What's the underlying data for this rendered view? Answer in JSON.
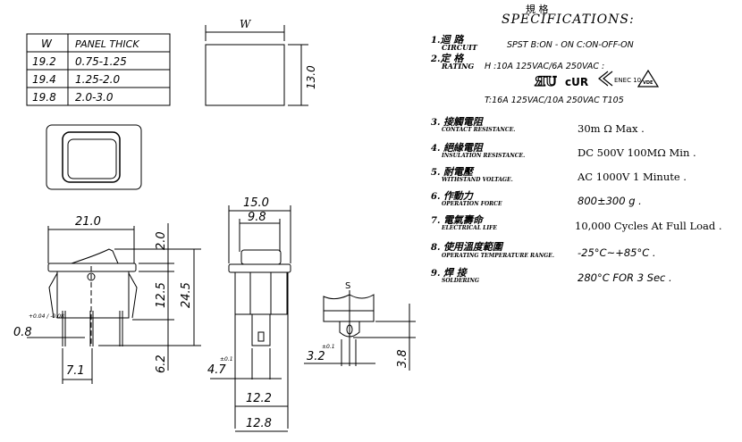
{
  "table": {
    "headers": [
      "W",
      "PANEL THICK"
    ],
    "rows": [
      [
        "19.2",
        "0.75-1.25"
      ],
      [
        "19.4",
        "1.25-2.0"
      ],
      [
        "19.8",
        "2.0-3.0"
      ]
    ]
  },
  "cutout": {
    "width_label": "W",
    "height_label": "13.0"
  },
  "front_view": {
    "width": "21.0",
    "d_top": "2.0",
    "d_body": "12.5",
    "d_total": "24.5",
    "d_pin": "6.2",
    "pin_w": "0.8",
    "pin_tol": "+0.04 / -0.08",
    "pin_pitch": "7.1"
  },
  "side_view": {
    "d_flange": "15.0",
    "d_button": "9.8",
    "d_tab": "4.7",
    "d_tab_tol": "±0.1",
    "d_body": "12.2",
    "d_total": "12.8"
  },
  "detail": {
    "label": "S",
    "d_hole": "3.2",
    "d_hole_tol": "±0.1",
    "d_height": "3.8"
  },
  "specs": {
    "title_zh": "規 格",
    "title": "SPECIFICATIONS:",
    "items": [
      {
        "n": "1.",
        "zh": "迴 路",
        "en": "CIRCUIT",
        "value": "SPST   B:ON - ON   C:ON-OFF-ON"
      },
      {
        "n": "2.",
        "zh": "定 格",
        "en": "RATING",
        "value": "H :10A 125VAC/6A 250VAC :",
        "value2": "T:16A 125VAC/10A 250VAC T105"
      },
      {
        "n": "3.",
        "zh": "接觸電阻",
        "en": "CONTACT RESISTANCE.",
        "value": "30m Ω  Max ."
      },
      {
        "n": "4.",
        "zh": "絕緣電阻",
        "en": "INSULATION RESISTANCE.",
        "value": "DC 500V 100MΩ Min ."
      },
      {
        "n": "5.",
        "zh": "耐電壓",
        "en": "WITHSTAND VOLTAGE.",
        "value": "AC 1000V 1 Minute ."
      },
      {
        "n": "6.",
        "zh": "作動力",
        "en": "OPERATION FORCE",
        "value": "800±300 g ."
      },
      {
        "n": "7.",
        "zh": "電氣壽命",
        "en": "ELECTRICAL LIFE",
        "value": "10,000 Cycles At Full Load ."
      },
      {
        "n": "8.",
        "zh": "使用溫度範圍",
        "en": "OPERATING TEMPERATURE RANGE.",
        "value": "-25°C~+85°C ."
      },
      {
        "n": "9.",
        "zh": "焊 接",
        "en": "SOLDERING",
        "value": "280°C FOR 3 Sec ."
      }
    ],
    "cert_marks": [
      "UR",
      "cUR",
      "ENEC 10",
      "VDE"
    ]
  }
}
